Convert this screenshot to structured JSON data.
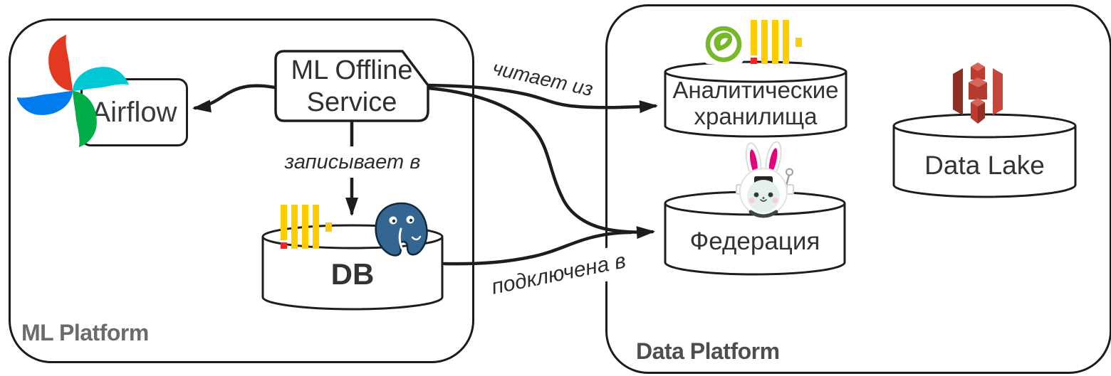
{
  "title": "ML Platform and Data Platform integration diagram",
  "platforms": {
    "ml": {
      "label": "ML Platform"
    },
    "data": {
      "label": "Data Platform"
    }
  },
  "nodes": {
    "airflow": {
      "label": "Airflow",
      "icon": "airflow-pinwheel"
    },
    "ml_offline_service": {
      "line1": "ML Offline",
      "line2": "Service"
    },
    "db": {
      "label": "DB",
      "icons": [
        "clickhouse-logo",
        "postgresql-logo"
      ]
    },
    "analytical_storages": {
      "line1": "Аналитические",
      "line2": "хранилища",
      "icons": [
        "greenplum-logo",
        "clickhouse-logo"
      ]
    },
    "federation": {
      "label": "Федерация",
      "icons": [
        "trino-bunny-logo"
      ]
    },
    "data_lake": {
      "label": "Data Lake",
      "icons": [
        "aws-s3-logo"
      ]
    }
  },
  "edges": {
    "service_to_airflow": {
      "from": "ml_offline_service",
      "to": "airflow"
    },
    "service_reads_from": {
      "from": "ml_offline_service",
      "to": "analytical_storages",
      "label": "читает из"
    },
    "service_writes_to": {
      "from": "ml_offline_service",
      "to": "db",
      "label": "записывает в"
    },
    "service_to_federation": {
      "from": "ml_offline_service",
      "to": "federation"
    },
    "db_connected_to": {
      "from": "db",
      "to": "federation",
      "label": "подключена в"
    }
  },
  "colors": {
    "stroke": "#1d1d1d",
    "node_fill": "#ffffff",
    "text": "#2e2e2e",
    "ml_platform_label": "#6b6b6b",
    "data_platform_label": "#4e4e4e",
    "clickhouse_yellow": "#ffcc00",
    "clickhouse_red": "#ff2121",
    "postgres_blue": "#336791",
    "greenplum_green": "#76b82a",
    "trino_pink": "#e5007e",
    "s3_red": "#b8463c",
    "airflow_red": "#e43921",
    "airflow_cyan": "#00c7d4",
    "airflow_green": "#00ad46",
    "airflow_blue": "#017cee"
  }
}
